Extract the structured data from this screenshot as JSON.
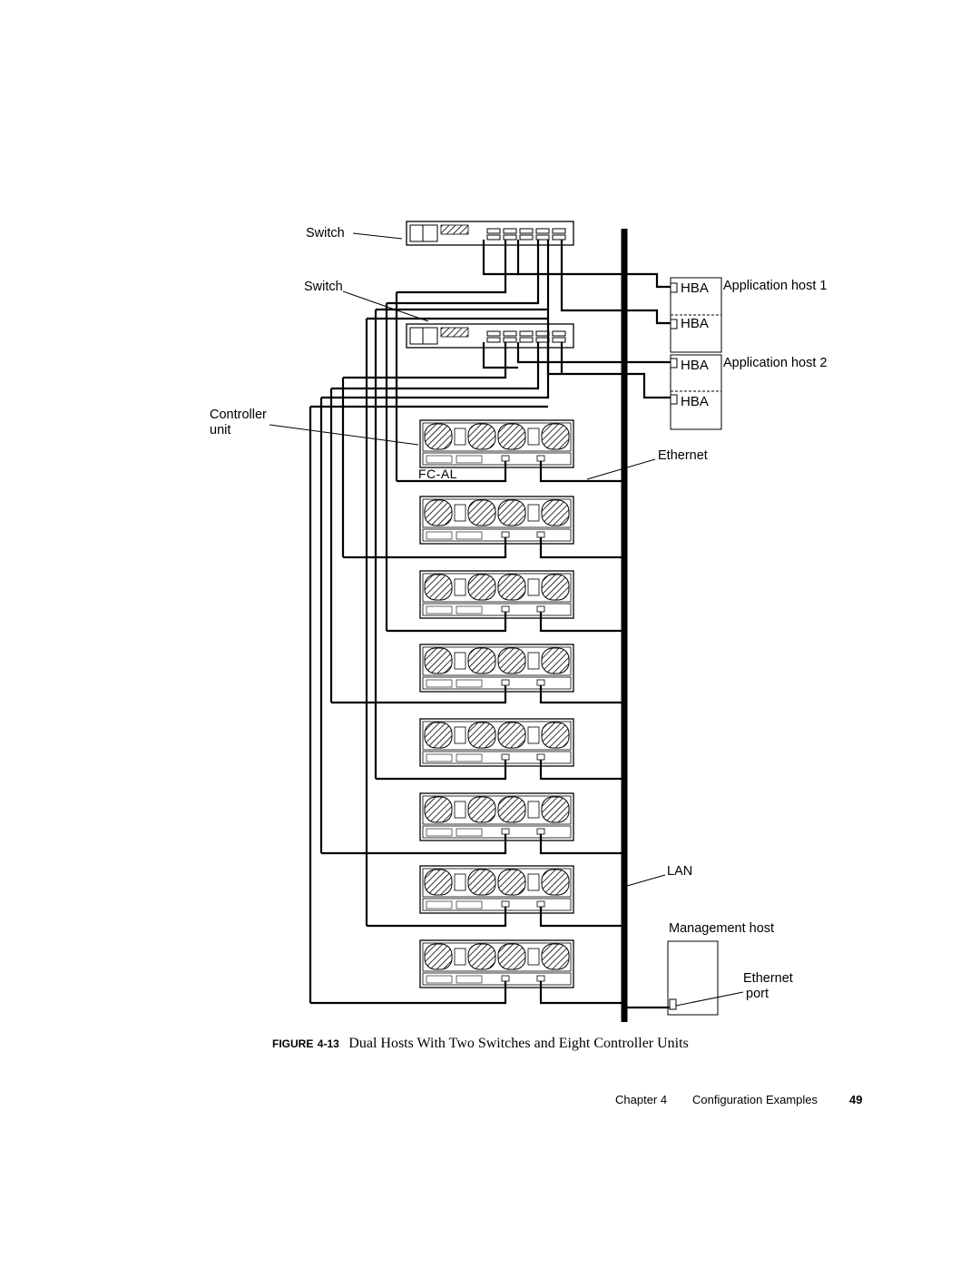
{
  "diagram": {
    "switch_labels": [
      "Switch",
      "Switch"
    ],
    "controller_label_lines": [
      "Controller",
      "unit"
    ],
    "fcal_label": "FC-AL",
    "ethernet_label": "Ethernet",
    "lan_label": "LAN",
    "hba_label": "HBA",
    "app_host_1": "Application host 1",
    "app_host_2": "Application host 2",
    "management_host": "Management host",
    "ethernet_port_lines": [
      "Ethernet",
      "port"
    ],
    "controller_unit_count": 8
  },
  "caption": {
    "figure_word": "FIGURE",
    "figure_number": "4-13",
    "title": "Dual Hosts With Two Switches and Eight Controller Units"
  },
  "footer": {
    "chapter": "Chapter 4",
    "section": "Configuration Examples",
    "page": "49"
  }
}
